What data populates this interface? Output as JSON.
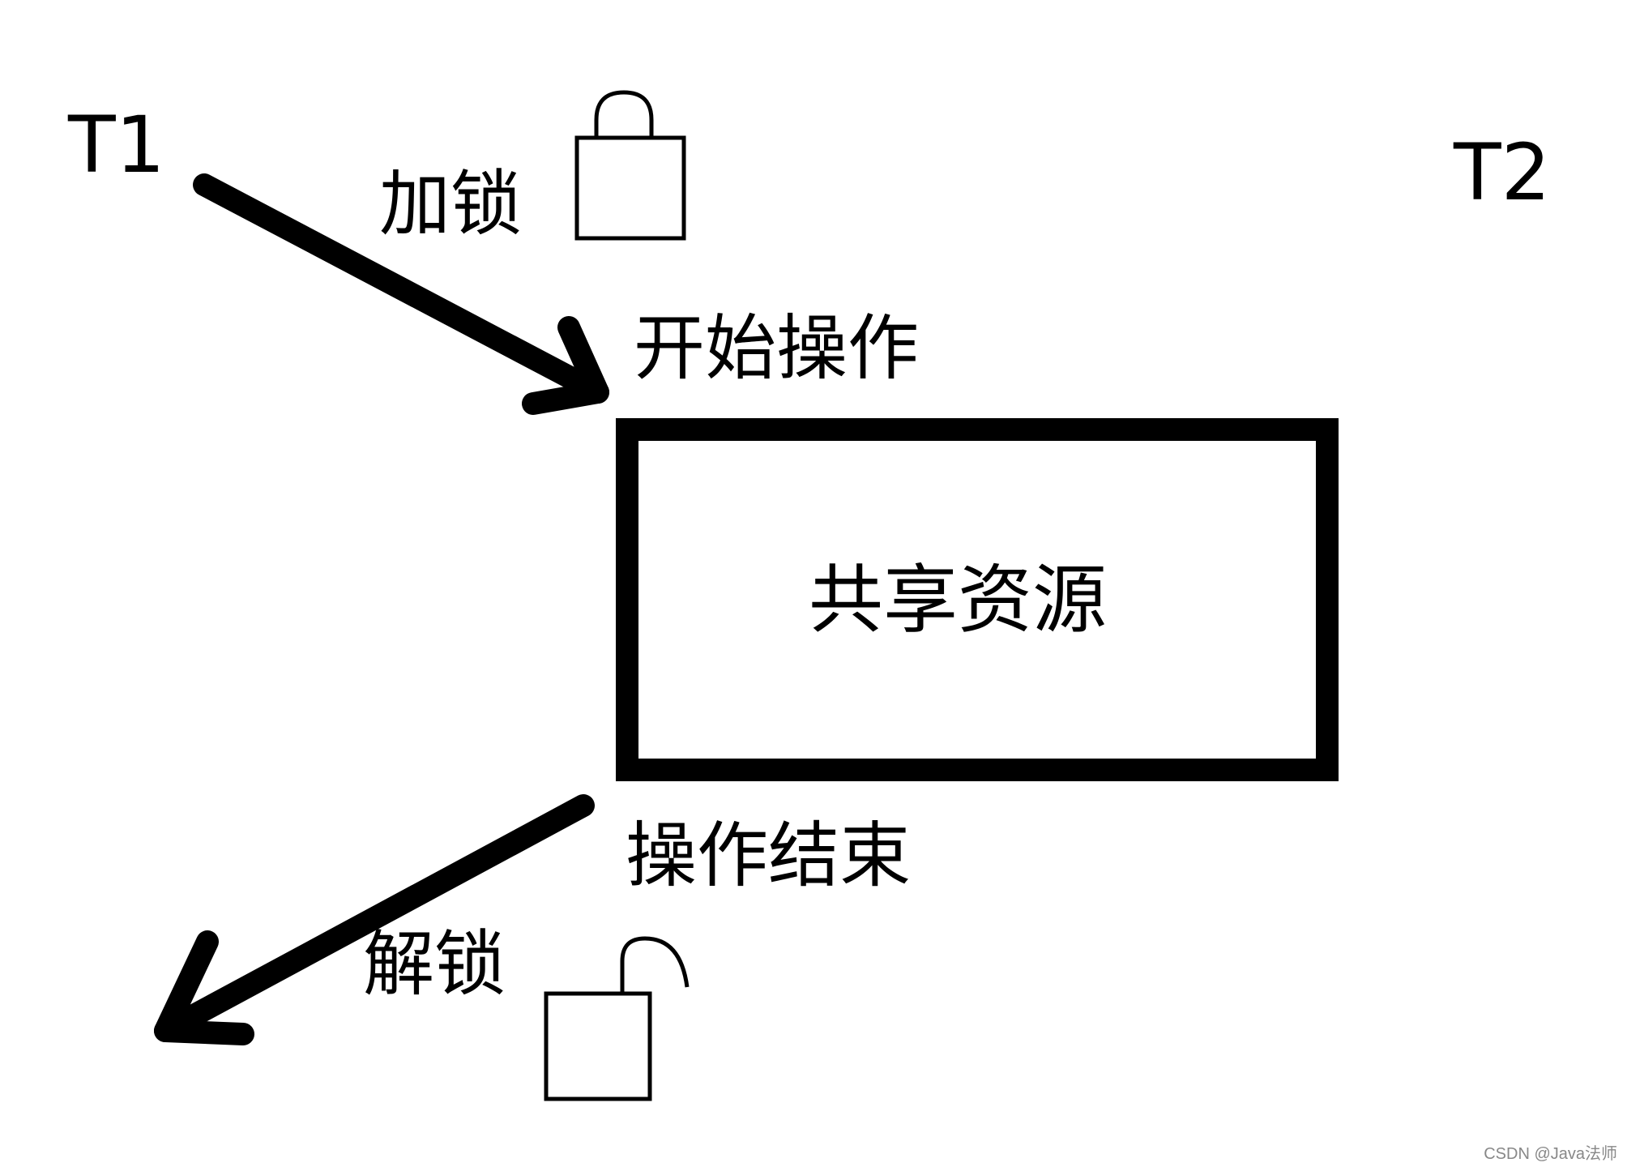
{
  "threads": {
    "t1": "T1",
    "t2": "T2"
  },
  "steps": {
    "lock": "加锁",
    "start": "开始操作",
    "end": "操作结束",
    "unlock": "解锁"
  },
  "resource": {
    "label": "共享资源"
  },
  "icons": {
    "locked": "padlock-closed-icon",
    "unlocked": "padlock-open-icon"
  },
  "watermark": "CSDN @Java法师"
}
